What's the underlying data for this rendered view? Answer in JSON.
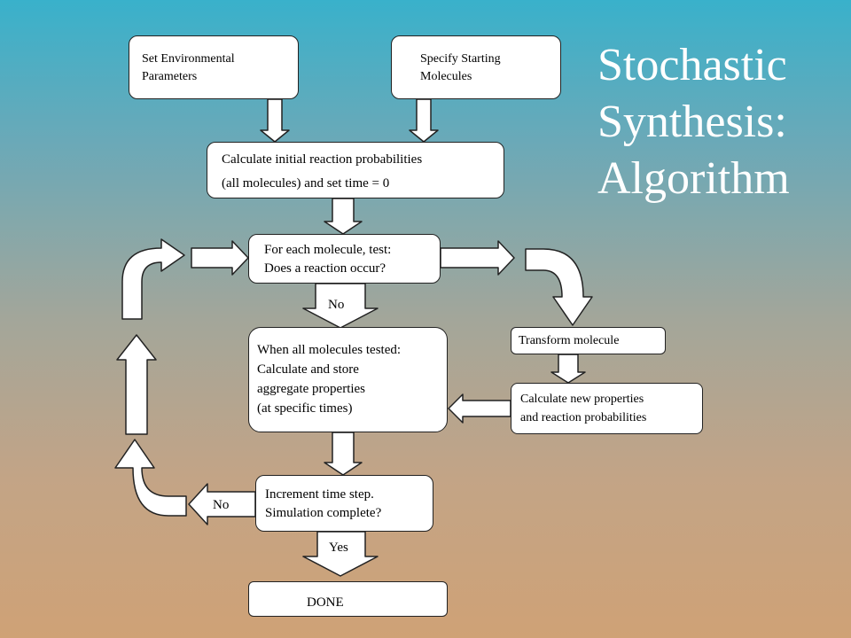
{
  "title": [
    "Stochastic",
    "Synthesis:",
    "Algorithm"
  ],
  "boxes": {
    "set_env": [
      "Set Environmental",
      "Parameters"
    ],
    "specify": [
      "Specify Starting",
      "Molecules"
    ],
    "calc_initial": [
      "Calculate initial reaction probabilities",
      "(all molecules) and set time = 0"
    ],
    "test": [
      "For each molecule, test:",
      "Does a reaction occur?"
    ],
    "all_tested": [
      "When all molecules tested:",
      "Calculate and store",
      "aggregate properties",
      "(at specific times)"
    ],
    "transform": [
      "Transform molecule"
    ],
    "new_props": [
      "Calculate new properties",
      "and reaction probabilities"
    ],
    "increment": [
      "Increment time step.",
      "Simulation complete?"
    ],
    "done": [
      "DONE"
    ]
  },
  "labels": {
    "no_1": "No",
    "no_2": "No",
    "yes": "Yes"
  },
  "colors": {
    "box_fill": "#ffffff",
    "arrow_fill": "#ffffff",
    "stroke": "#222222",
    "title": "#ffffff"
  }
}
